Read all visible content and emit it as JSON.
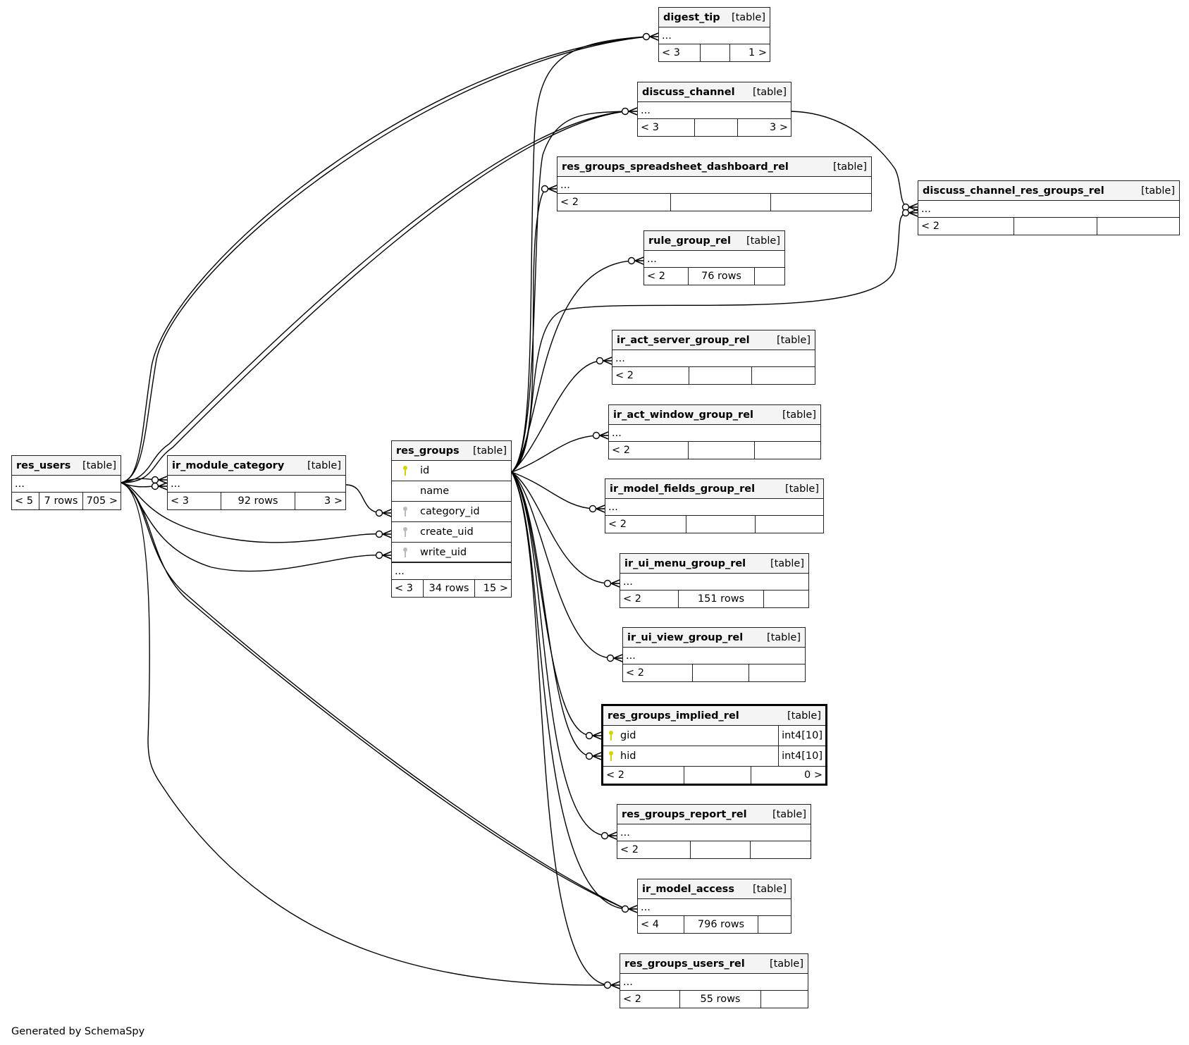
{
  "diagram": {
    "type_label": "[table]",
    "ellipsis": "...",
    "footer": "Generated by SchemaSpy",
    "tables": {
      "res_users": {
        "name": "res_users",
        "parents": "< 5",
        "rows": "7 rows",
        "children": "705 >"
      },
      "ir_module_category": {
        "name": "ir_module_category",
        "parents": "< 3",
        "rows": "92 rows",
        "children": "3 >"
      },
      "res_groups": {
        "name": "res_groups",
        "parents": "< 3",
        "rows": "34 rows",
        "children": "15 >",
        "columns": [
          {
            "name": "id",
            "key": "primary"
          },
          {
            "name": "name",
            "key": "none"
          },
          {
            "name": "category_id",
            "key": "foreign"
          },
          {
            "name": "create_uid",
            "key": "foreign"
          },
          {
            "name": "write_uid",
            "key": "foreign"
          }
        ]
      },
      "digest_tip": {
        "name": "digest_tip",
        "parents": "< 3",
        "rows": "",
        "children": "1 >"
      },
      "discuss_channel": {
        "name": "discuss_channel",
        "parents": "< 3",
        "rows": "",
        "children": "3 >"
      },
      "res_groups_spreadsheet_dashboard_rel": {
        "name": "res_groups_spreadsheet_dashboard_rel",
        "parents": "< 2",
        "rows": "",
        "children": ""
      },
      "discuss_channel_res_groups_rel": {
        "name": "discuss_channel_res_groups_rel",
        "parents": "< 2",
        "rows": "",
        "children": ""
      },
      "rule_group_rel": {
        "name": "rule_group_rel",
        "parents": "< 2",
        "rows": "76 rows",
        "children": ""
      },
      "ir_act_server_group_rel": {
        "name": "ir_act_server_group_rel",
        "parents": "< 2",
        "rows": "",
        "children": ""
      },
      "ir_act_window_group_rel": {
        "name": "ir_act_window_group_rel",
        "parents": "< 2",
        "rows": "",
        "children": ""
      },
      "ir_model_fields_group_rel": {
        "name": "ir_model_fields_group_rel",
        "parents": "< 2",
        "rows": "",
        "children": ""
      },
      "ir_ui_menu_group_rel": {
        "name": "ir_ui_menu_group_rel",
        "parents": "< 2",
        "rows": "151 rows",
        "children": ""
      },
      "ir_ui_view_group_rel": {
        "name": "ir_ui_view_group_rel",
        "parents": "< 2",
        "rows": "",
        "children": ""
      },
      "res_groups_implied_rel": {
        "name": "res_groups_implied_rel",
        "parents": "< 2",
        "rows": "",
        "children": "0 >",
        "columns": [
          {
            "name": "gid",
            "type": "int4[10]",
            "key": "primary"
          },
          {
            "name": "hid",
            "type": "int4[10]",
            "key": "primary"
          }
        ]
      },
      "res_groups_report_rel": {
        "name": "res_groups_report_rel",
        "parents": "< 2",
        "rows": "",
        "children": ""
      },
      "ir_model_access": {
        "name": "ir_model_access",
        "parents": "< 4",
        "rows": "796 rows",
        "children": ""
      },
      "res_groups_users_rel": {
        "name": "res_groups_users_rel",
        "parents": "< 2",
        "rows": "55 rows",
        "children": ""
      }
    },
    "colors": {
      "primary_key": "#d4d400",
      "foreign_key": "#bbbbbb",
      "line": "#000000",
      "header_bg": "#f4f4f4"
    }
  }
}
